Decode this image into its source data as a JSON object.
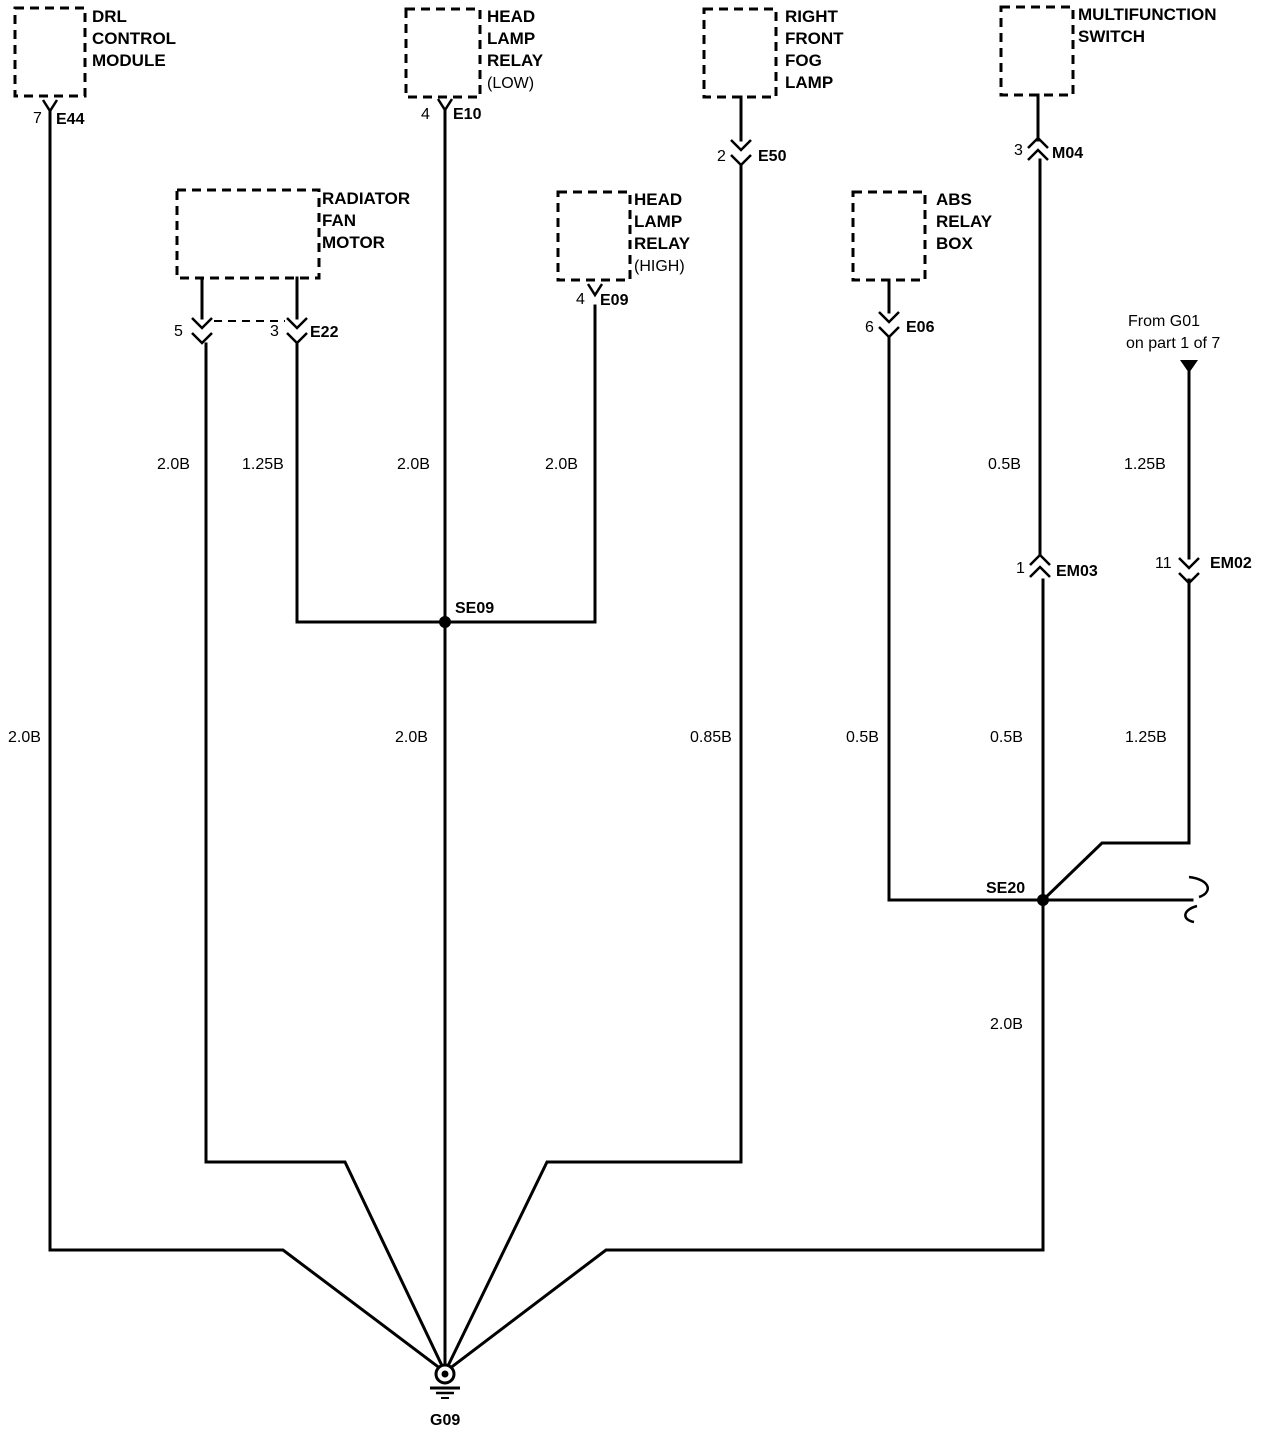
{
  "components": {
    "drl": [
      "DRL",
      "CONTROL",
      "MODULE"
    ],
    "hl_low": [
      "HEAD",
      "LAMP",
      "RELAY",
      "(LOW)"
    ],
    "fog": [
      "RIGHT",
      "FRONT",
      "FOG",
      "LAMP"
    ],
    "mfs": [
      "MULTIFUNCTION",
      "SWITCH"
    ],
    "rad": [
      "RADIATOR",
      "FAN",
      "MOTOR"
    ],
    "hl_high": [
      "HEAD",
      "LAMP",
      "RELAY",
      "(HIGH)"
    ],
    "abs": [
      "ABS",
      "RELAY",
      "BOX"
    ]
  },
  "connectors": {
    "e44": {
      "pin": "7",
      "id": "E44"
    },
    "e10": {
      "pin": "4",
      "id": "E10"
    },
    "e50": {
      "pin": "2",
      "id": "E50"
    },
    "m04": {
      "pin": "3",
      "id": "M04"
    },
    "e22": {
      "pin_a": "5",
      "pin_b": "3",
      "id": "E22"
    },
    "e09": {
      "pin": "4",
      "id": "E09"
    },
    "e06": {
      "pin": "6",
      "id": "E06"
    },
    "em03": {
      "pin": "1",
      "id": "EM03"
    },
    "em02": {
      "pin": "11",
      "id": "EM02"
    }
  },
  "reference": {
    "line1": "From G01",
    "line2": "on part 1 of 7"
  },
  "wires": {
    "rad5_upper": "2.0B",
    "rad3_upper": "1.25B",
    "hl_low_upper": "2.0B",
    "hl_high_upper": "2.0B",
    "mfs_upper": "0.5B",
    "g01_upper": "1.25B",
    "drl_main": "2.0B",
    "se09_ground": "2.0B",
    "fog_main": "0.85B",
    "abs_main": "0.5B",
    "em03_lower": "0.5B",
    "em02_lower": "1.25B",
    "se20_ground": "2.0B"
  },
  "splices": {
    "se09": "SE09",
    "se20": "SE20"
  },
  "ground": {
    "id": "G09"
  }
}
